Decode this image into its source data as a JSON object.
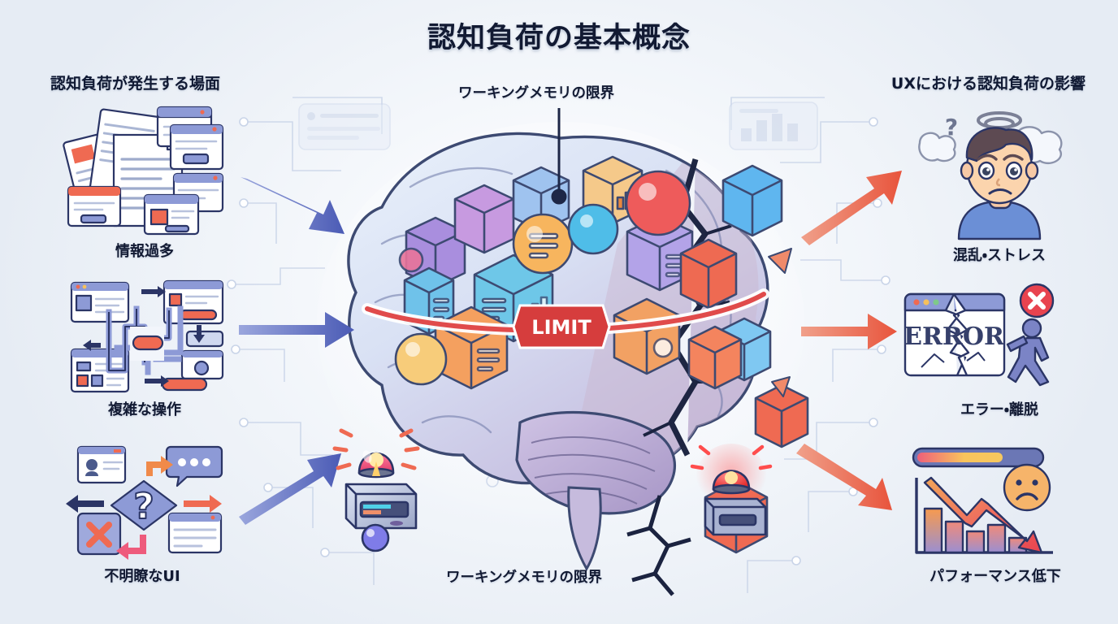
{
  "page": {
    "title": "認知負荷の基本概念",
    "background_color": "#eef2f7",
    "title_color": "#121a33"
  },
  "columns": {
    "left_header": "認知負荷が発生する場面",
    "right_header": "UXにおける認知負荷の影響"
  },
  "center": {
    "top_label": "ワーキングメモリの限界",
    "bottom_label": "ワーキングメモリの限界",
    "limit_band_text": "LIMIT",
    "limit_band_color": "#e04b4b"
  },
  "left_items": [
    {
      "label": "情報過多",
      "icon": "stacked-documents-and-windows-icon"
    },
    {
      "label": "複雑な操作",
      "icon": "maze-flowchart-icon"
    },
    {
      "label": "不明瞭なUI",
      "icon": "question-diamond-icon"
    }
  ],
  "right_items": [
    {
      "label": "混乱・ストレス",
      "icon": "stressed-person-icon"
    },
    {
      "label": "エラー・離脱",
      "icon": "error-window-icon"
    },
    {
      "label": "パフォーマンス低下",
      "icon": "declining-chart-icon"
    }
  ],
  "error_window": {
    "message": "ERROR",
    "badge": "close-x-badge"
  },
  "arrows": {
    "left_color": "#5b6bbf",
    "right_color": "#ef6a52"
  },
  "alarms": [
    {
      "name": "siren-left",
      "state": "active",
      "color": "#f0465c"
    },
    {
      "name": "siren-right",
      "state": "active",
      "color": "#ff3b3b"
    }
  ],
  "palette": {
    "ink": "#2b3566",
    "window_header": "#8d9ad6",
    "accent_red": "#ef6a52",
    "accent_blue": "#5b6bbf",
    "brain_fill": "#dfe6f6",
    "crack": "#1b2340"
  }
}
